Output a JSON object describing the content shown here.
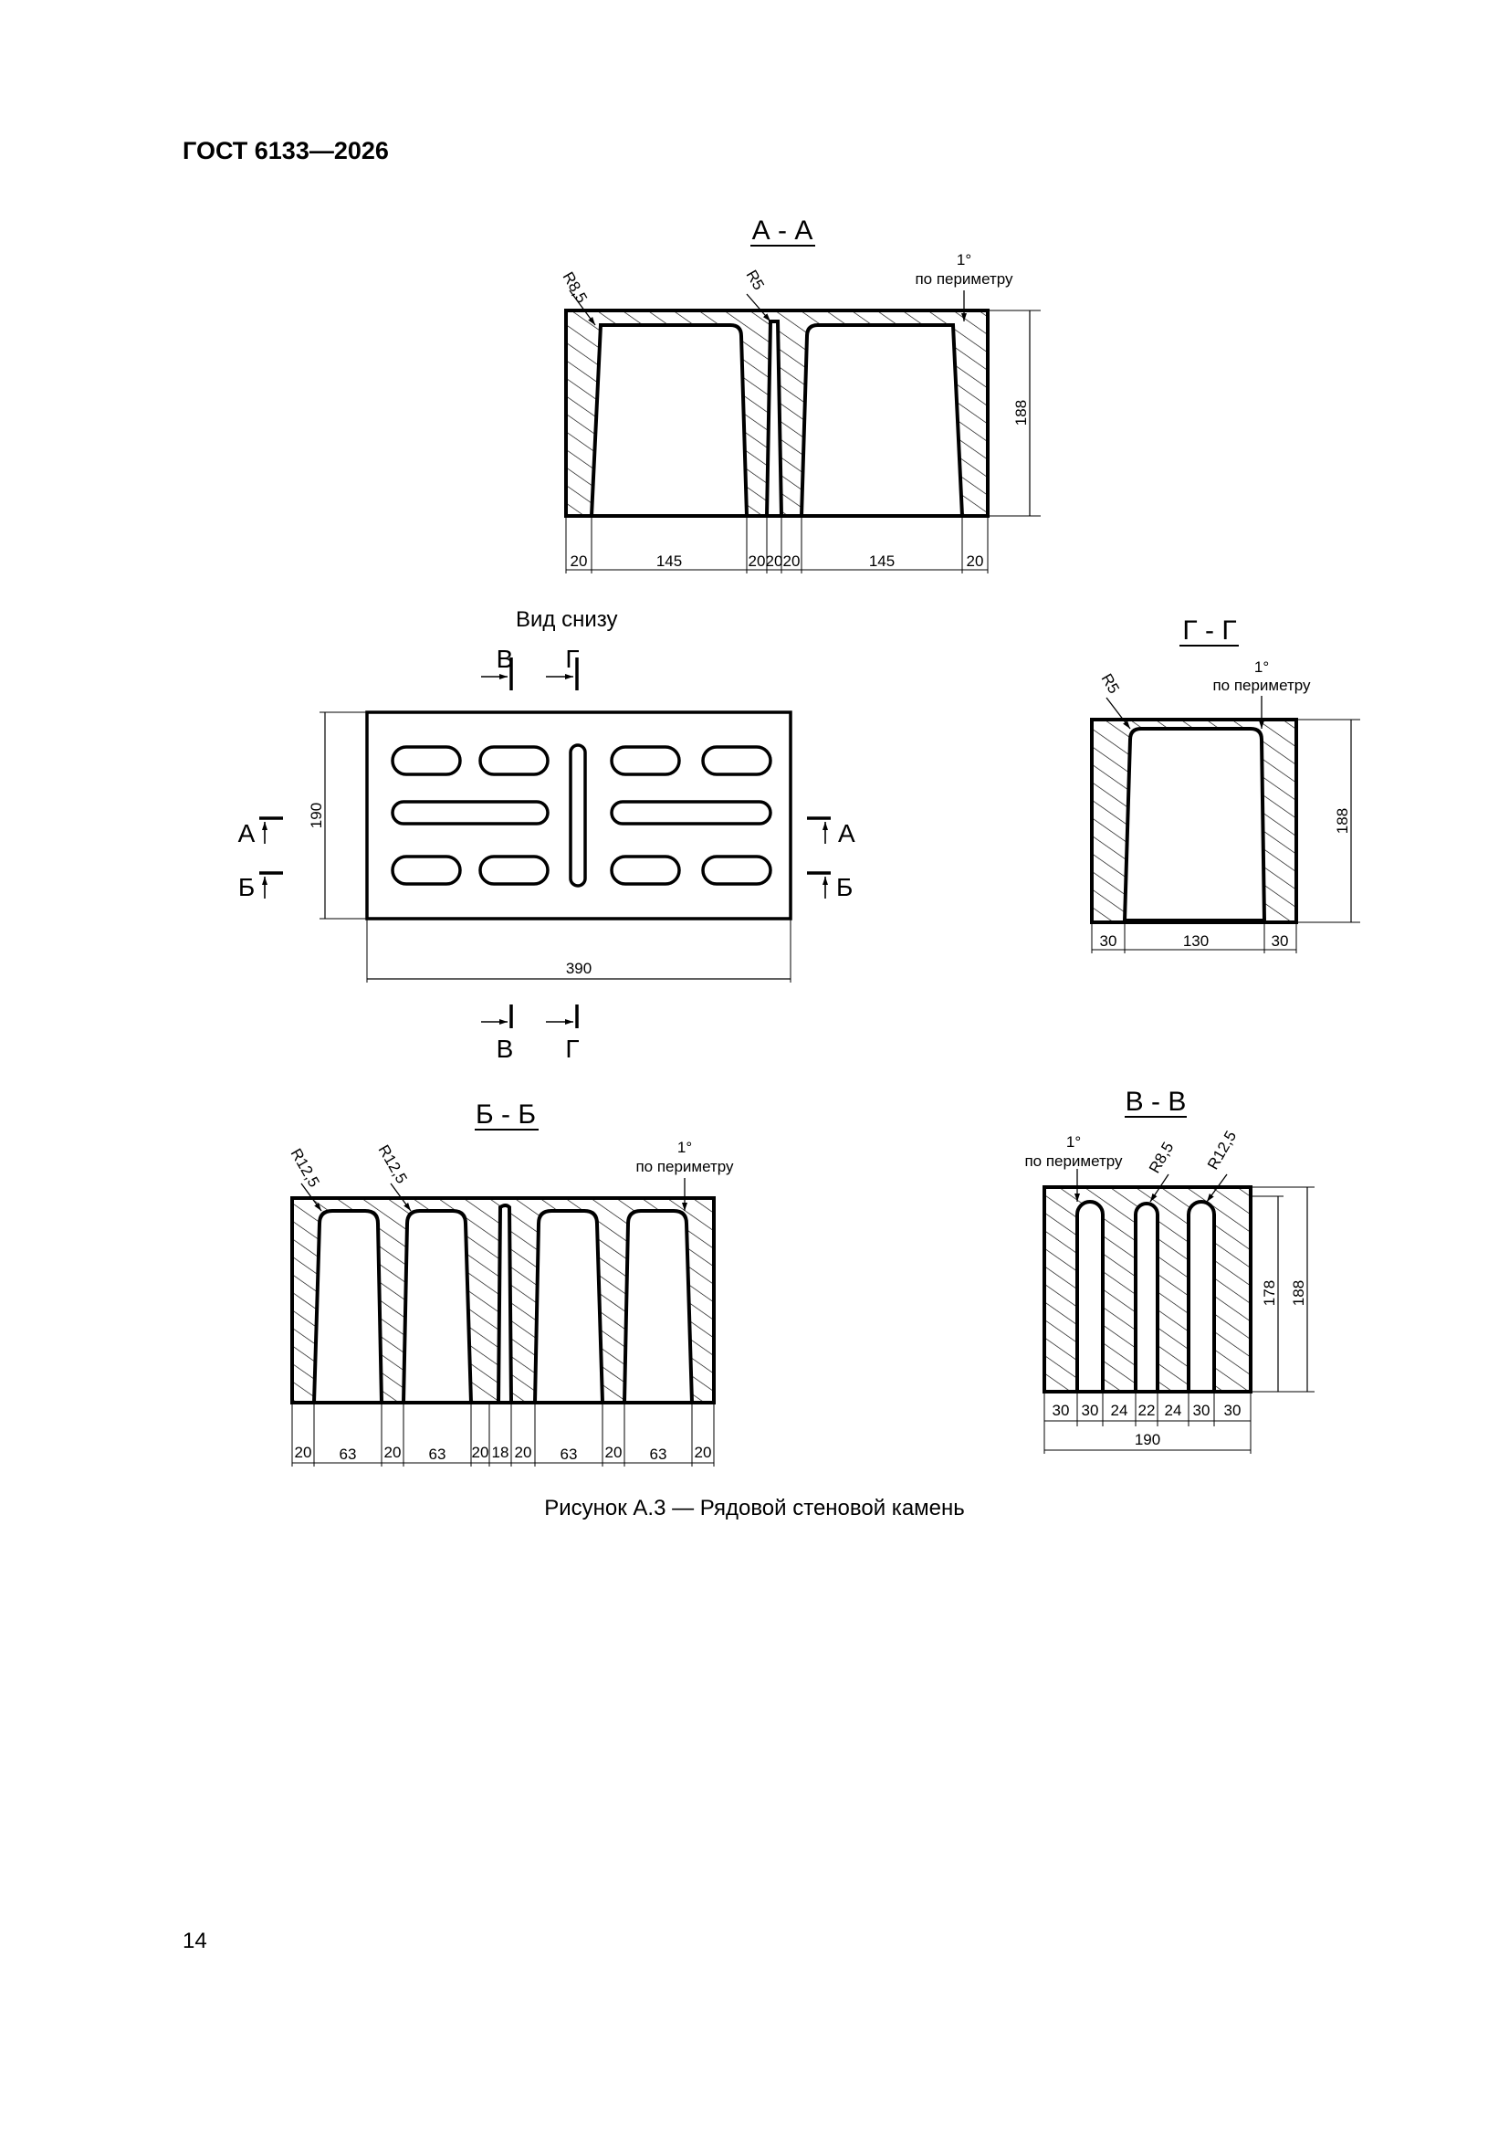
{
  "document": {
    "header": "ГОСТ 6133—2026",
    "caption": "Рисунок А.3 — Рядовой стеновой камень",
    "page_number": "14"
  },
  "views": {
    "aa": {
      "title": "А - А",
      "radii": [
        "R8,5",
        "R5"
      ],
      "taper_note": [
        "1°",
        "по периметру"
      ],
      "height": "188",
      "widths": [
        "20",
        "145",
        "20",
        "20",
        "20",
        "145",
        "20"
      ]
    },
    "bottom": {
      "title": "Вид снизу",
      "height": "190",
      "width": "390",
      "cut_labels": {
        "v": "В",
        "g": "Г",
        "a": "А",
        "b": "Б"
      }
    },
    "gg": {
      "title": "Г - Г",
      "radius": "R5",
      "taper_note": [
        "1°",
        "по периметру"
      ],
      "height": "188",
      "widths": [
        "30",
        "130",
        "30"
      ]
    },
    "bb": {
      "title": "Б - Б",
      "radii": [
        "R12,5",
        "R12,5"
      ],
      "taper_note": [
        "1°",
        "по периметру"
      ],
      "widths": [
        "20",
        "63",
        "20",
        "63",
        "20",
        "18",
        "20",
        "63",
        "20",
        "63",
        "20"
      ]
    },
    "vv": {
      "title": "В - В",
      "radii": [
        "R8,5",
        "R12,5"
      ],
      "taper_note": [
        "1°",
        "по периметру"
      ],
      "inner_height": "178",
      "height": "188",
      "widths": [
        "30",
        "30",
        "24",
        "22",
        "24",
        "30",
        "30"
      ],
      "total_width": "190"
    }
  }
}
